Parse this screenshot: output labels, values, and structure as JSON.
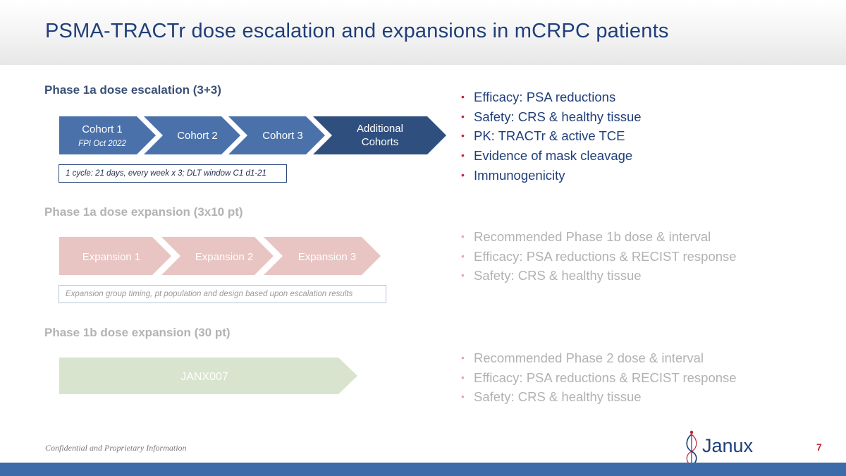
{
  "title": "PSMA-TRACTr dose escalation and expansions in mCRPC patients",
  "phase1a_escalation": {
    "heading": "Phase 1a dose escalation (3+3)",
    "chevrons": [
      {
        "label": "Cohort 1",
        "sublabel": "FPI Oct 2022"
      },
      {
        "label": "Cohort 2"
      },
      {
        "label": "Cohort 3"
      },
      {
        "label_line1": "Additional",
        "label_line2": "Cohorts"
      }
    ],
    "note": "1 cycle: 21 days, every week x 3; DLT window C1 d1-21",
    "bullets": [
      "Efficacy:  PSA reductions",
      "Safety:  CRS & healthy tissue",
      "PK:  TRACTr & active TCE",
      "Evidence of mask cleavage",
      "Immunogenicity"
    ]
  },
  "phase1a_expansion": {
    "heading": "Phase 1a dose expansion (3x10 pt)",
    "chevrons": [
      {
        "label": "Expansion 1"
      },
      {
        "label": "Expansion 2"
      },
      {
        "label": "Expansion 3"
      }
    ],
    "note": "Expansion group timing, pt population and design based upon escalation results",
    "bullets": [
      "Recommended Phase 1b dose & interval",
      "Efficacy:  PSA reductions & RECIST response",
      "Safety:  CRS & healthy tissue"
    ]
  },
  "phase1b_expansion": {
    "heading": "Phase 1b dose expansion (30 pt)",
    "arrow_label": "JANX007",
    "bullets": [
      "Recommended Phase 2 dose & interval",
      "Efficacy:  PSA reductions & RECIST response",
      "Safety:  CRS & healthy tissue"
    ]
  },
  "footer": {
    "confidential": "Confidential and Proprietary Information",
    "logo_text": "Janux",
    "page_number": "7"
  },
  "colors": {
    "title": "#1f3f7a",
    "escalation_chevron": "#4a71aa",
    "escalation_chevron_last": "#2f4f7f",
    "expansion_chevron": "#e8c4c2",
    "phase1b_arrow": "#d8e4cd",
    "bullet_marker": "#c0283b",
    "footer_bar": "#3d6aa8"
  }
}
